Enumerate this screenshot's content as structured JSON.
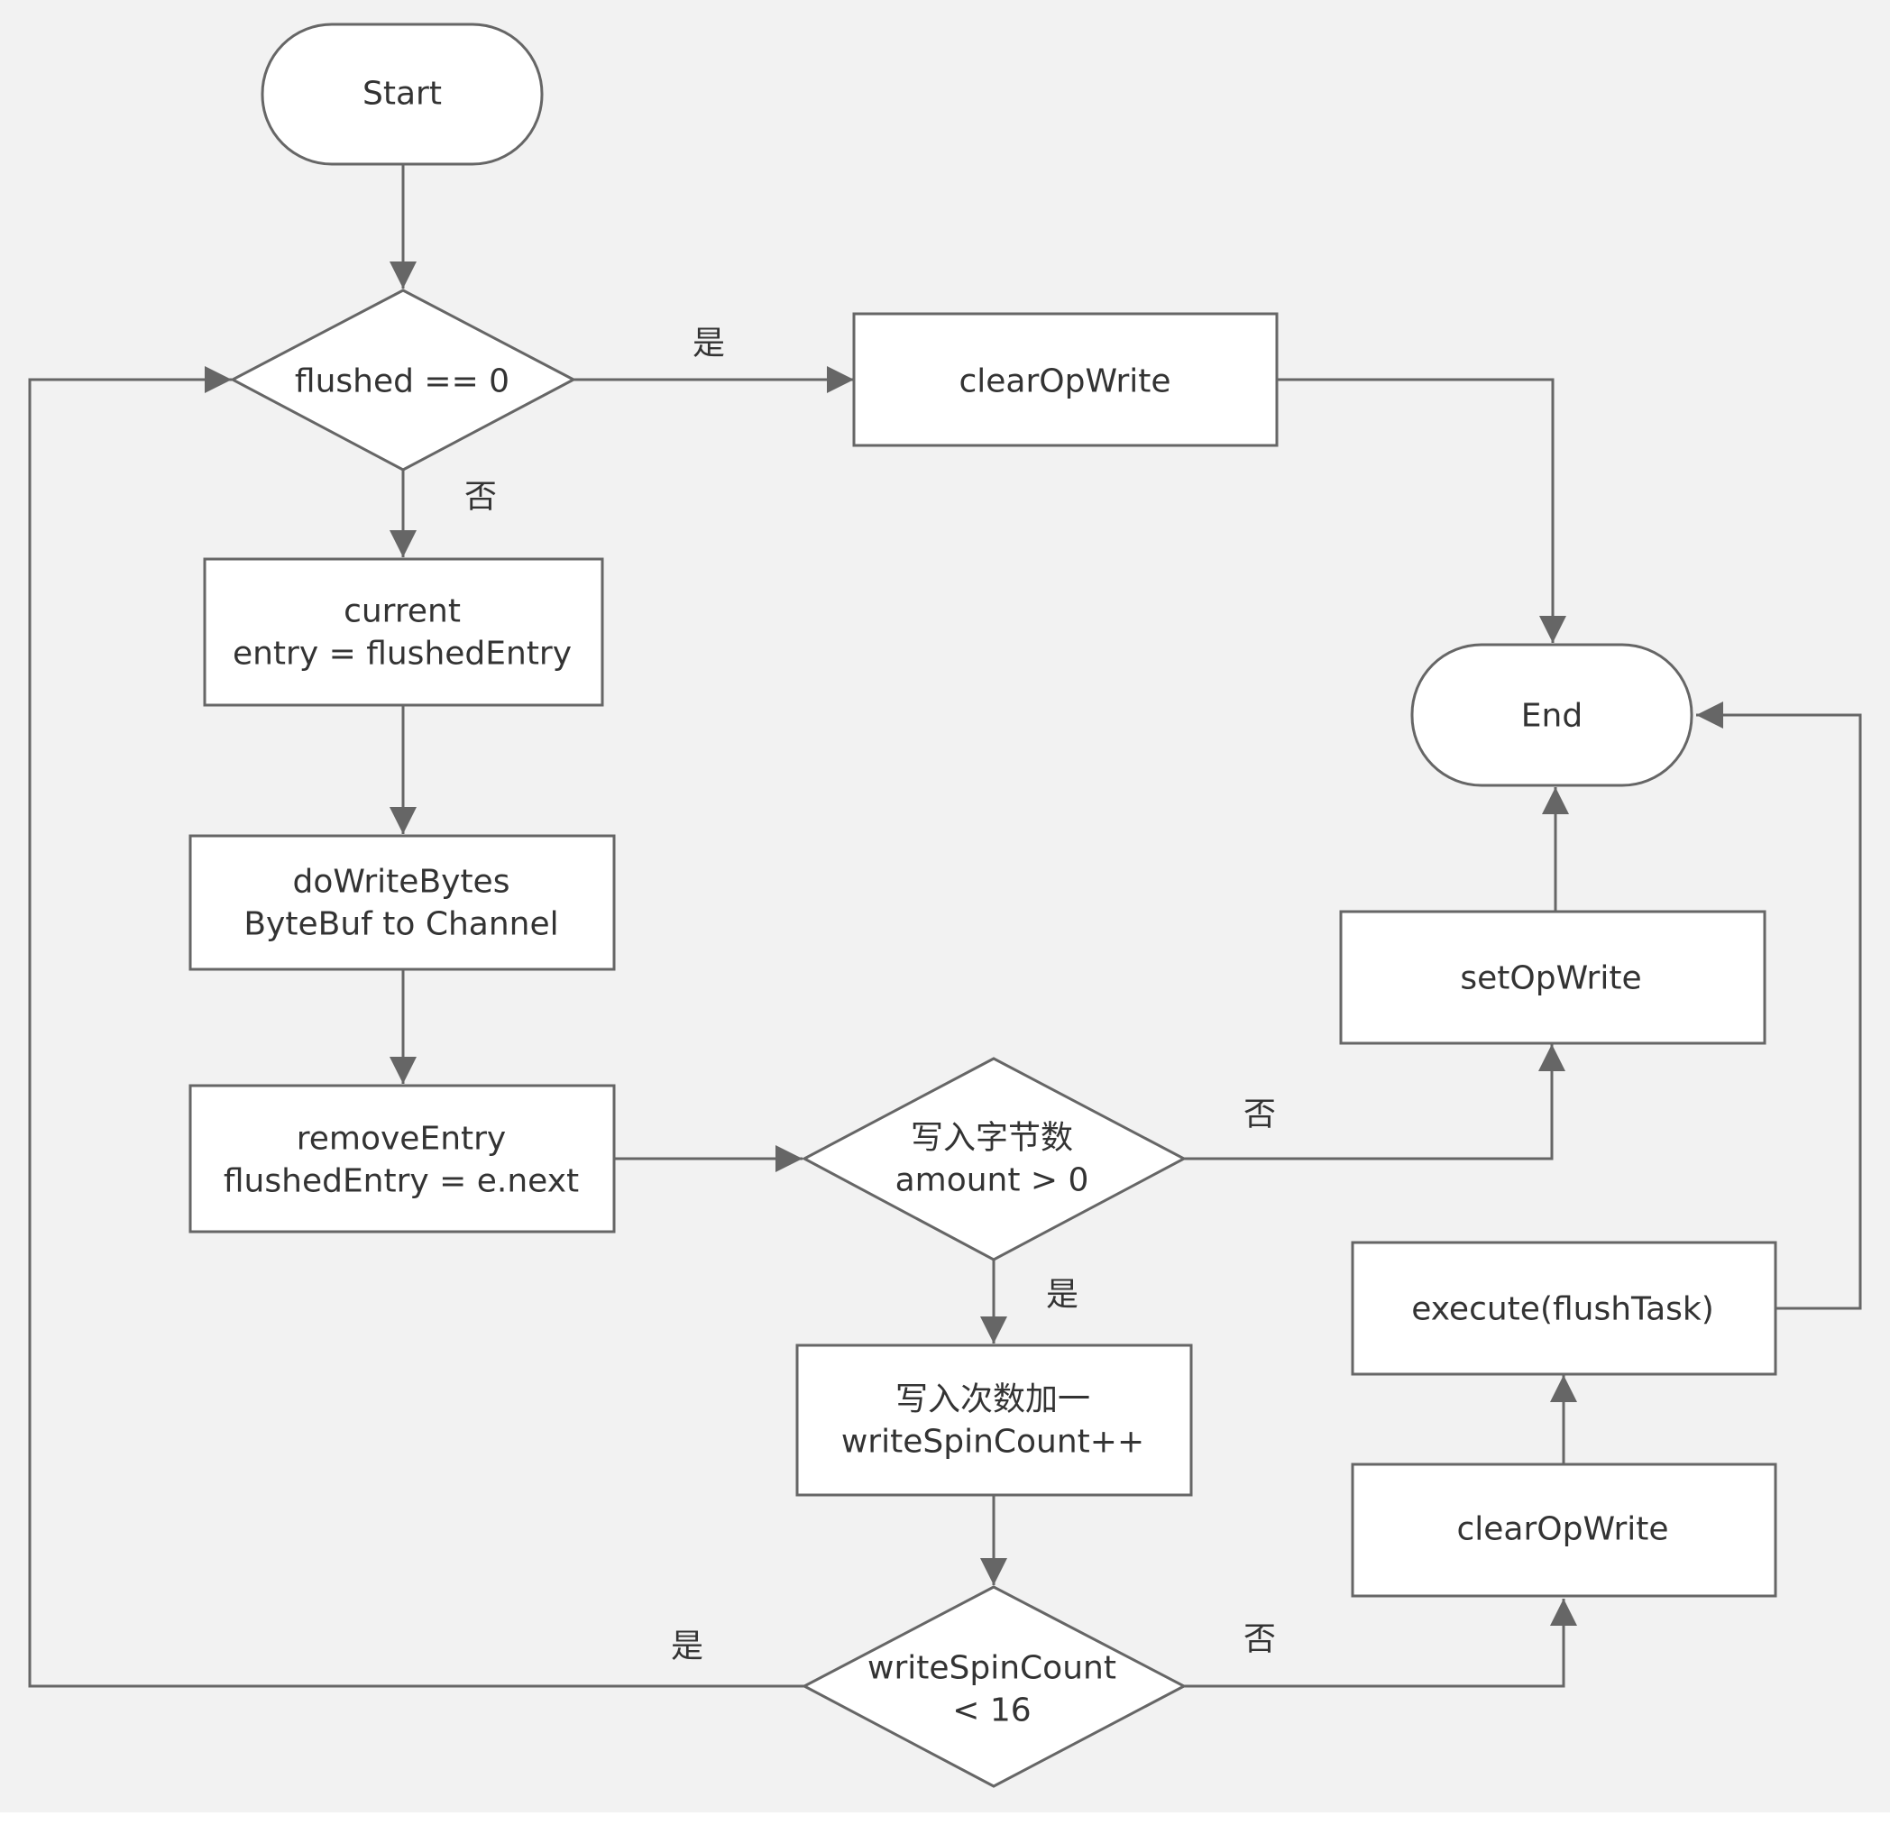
{
  "diagram": {
    "nodes": {
      "start": {
        "lines": [
          "Start"
        ]
      },
      "flushed_check": {
        "lines": [
          "flushed == 0"
        ]
      },
      "clear_op_write_top": {
        "lines": [
          "clearOpWrite"
        ]
      },
      "current_entry": {
        "lines": [
          "current",
          "entry = flushedEntry"
        ]
      },
      "do_write_bytes": {
        "lines": [
          "doWriteBytes",
          "ByteBuf to Channel"
        ]
      },
      "remove_entry": {
        "lines": [
          "removeEntry",
          "flushedEntry = e.next"
        ]
      },
      "amount_check": {
        "lines": [
          "写入字节数",
          "amount > 0"
        ]
      },
      "spin_increment": {
        "lines": [
          "写入次数加一",
          "writeSpinCount++"
        ]
      },
      "spin_check": {
        "lines": [
          "writeSpinCount",
          "< 16"
        ]
      },
      "end": {
        "lines": [
          "End"
        ]
      },
      "set_op_write": {
        "lines": [
          "setOpWrite"
        ]
      },
      "execute_flush_task": {
        "lines": [
          "execute(flushTask)"
        ]
      },
      "clear_op_write_bottom": {
        "lines": [
          "clearOpWrite"
        ]
      }
    },
    "edge_labels": {
      "flushed_yes": "是",
      "flushed_no": "否",
      "amount_no": "否",
      "amount_yes": "是",
      "spin_yes": "是",
      "spin_no": "否"
    }
  },
  "colors": {
    "background": "#f2f2f2",
    "node_fill": "#ffffff",
    "stroke": "#666666",
    "text": "#333333"
  }
}
